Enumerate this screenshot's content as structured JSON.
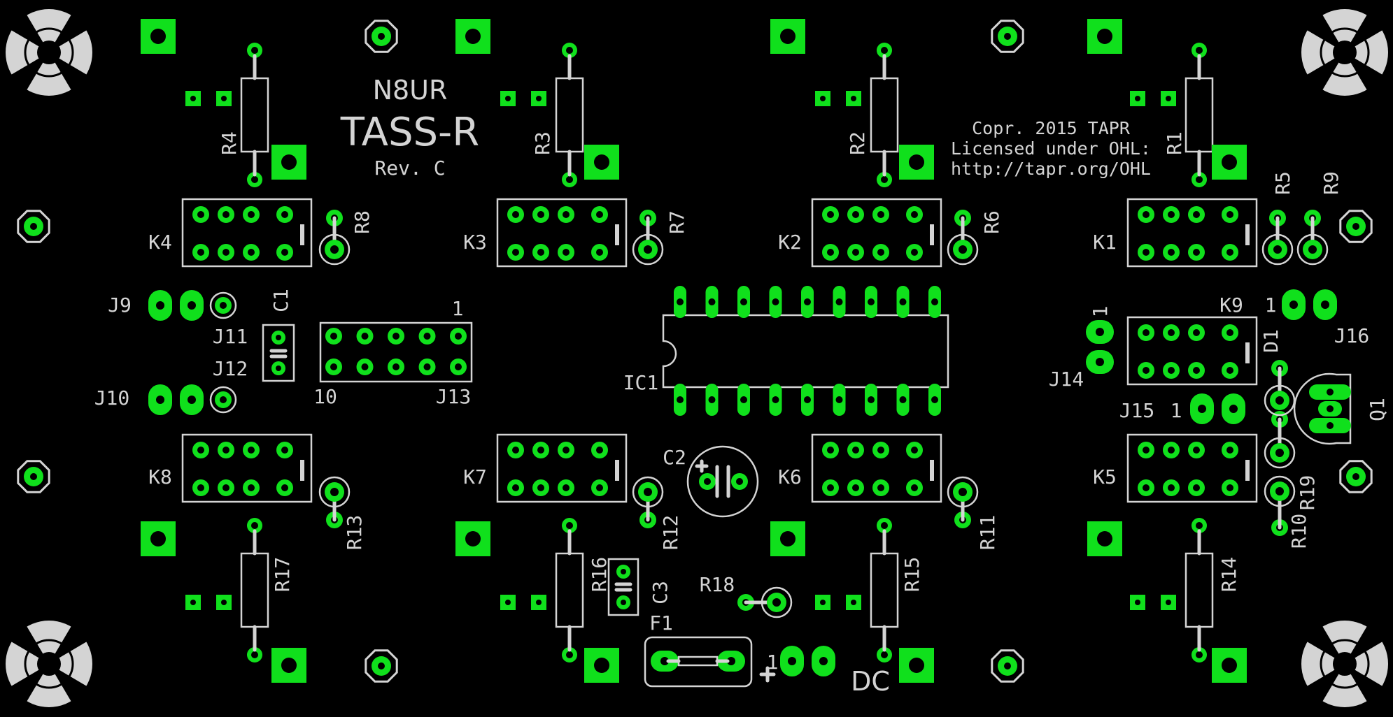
{
  "colors": {
    "background": "#000000",
    "copper": "#10e01c",
    "silkscreen": "#d4d4d4",
    "hole": "#000000"
  },
  "board": {
    "callsign": "N8UR",
    "title": "TASS-R",
    "revision": "Rev. C",
    "copyright": [
      "Copr. 2015 TAPR",
      "Licensed under OHL:",
      "http://tapr.org/OHL"
    ],
    "dc_label": "DC"
  },
  "relays": [
    "K1",
    "K2",
    "K3",
    "K4",
    "K5",
    "K6",
    "K7",
    "K8",
    "K9"
  ],
  "resistors": [
    "R1",
    "R2",
    "R3",
    "R4",
    "R5",
    "R6",
    "R7",
    "R8",
    "R9",
    "R10",
    "R11",
    "R12",
    "R13",
    "R14",
    "R15",
    "R16",
    "R17",
    "R18",
    "R19"
  ],
  "capacitors": [
    "C1",
    "C2",
    "C3"
  ],
  "connectors": [
    "J9",
    "J10",
    "J11",
    "J12",
    "J13",
    "J14",
    "J15",
    "J16"
  ],
  "other_parts": {
    "ic": "IC1",
    "fuse": "F1",
    "diode": "D1",
    "transistor": "Q1"
  },
  "pin_marks": {
    "one": "1",
    "ten": "10"
  }
}
